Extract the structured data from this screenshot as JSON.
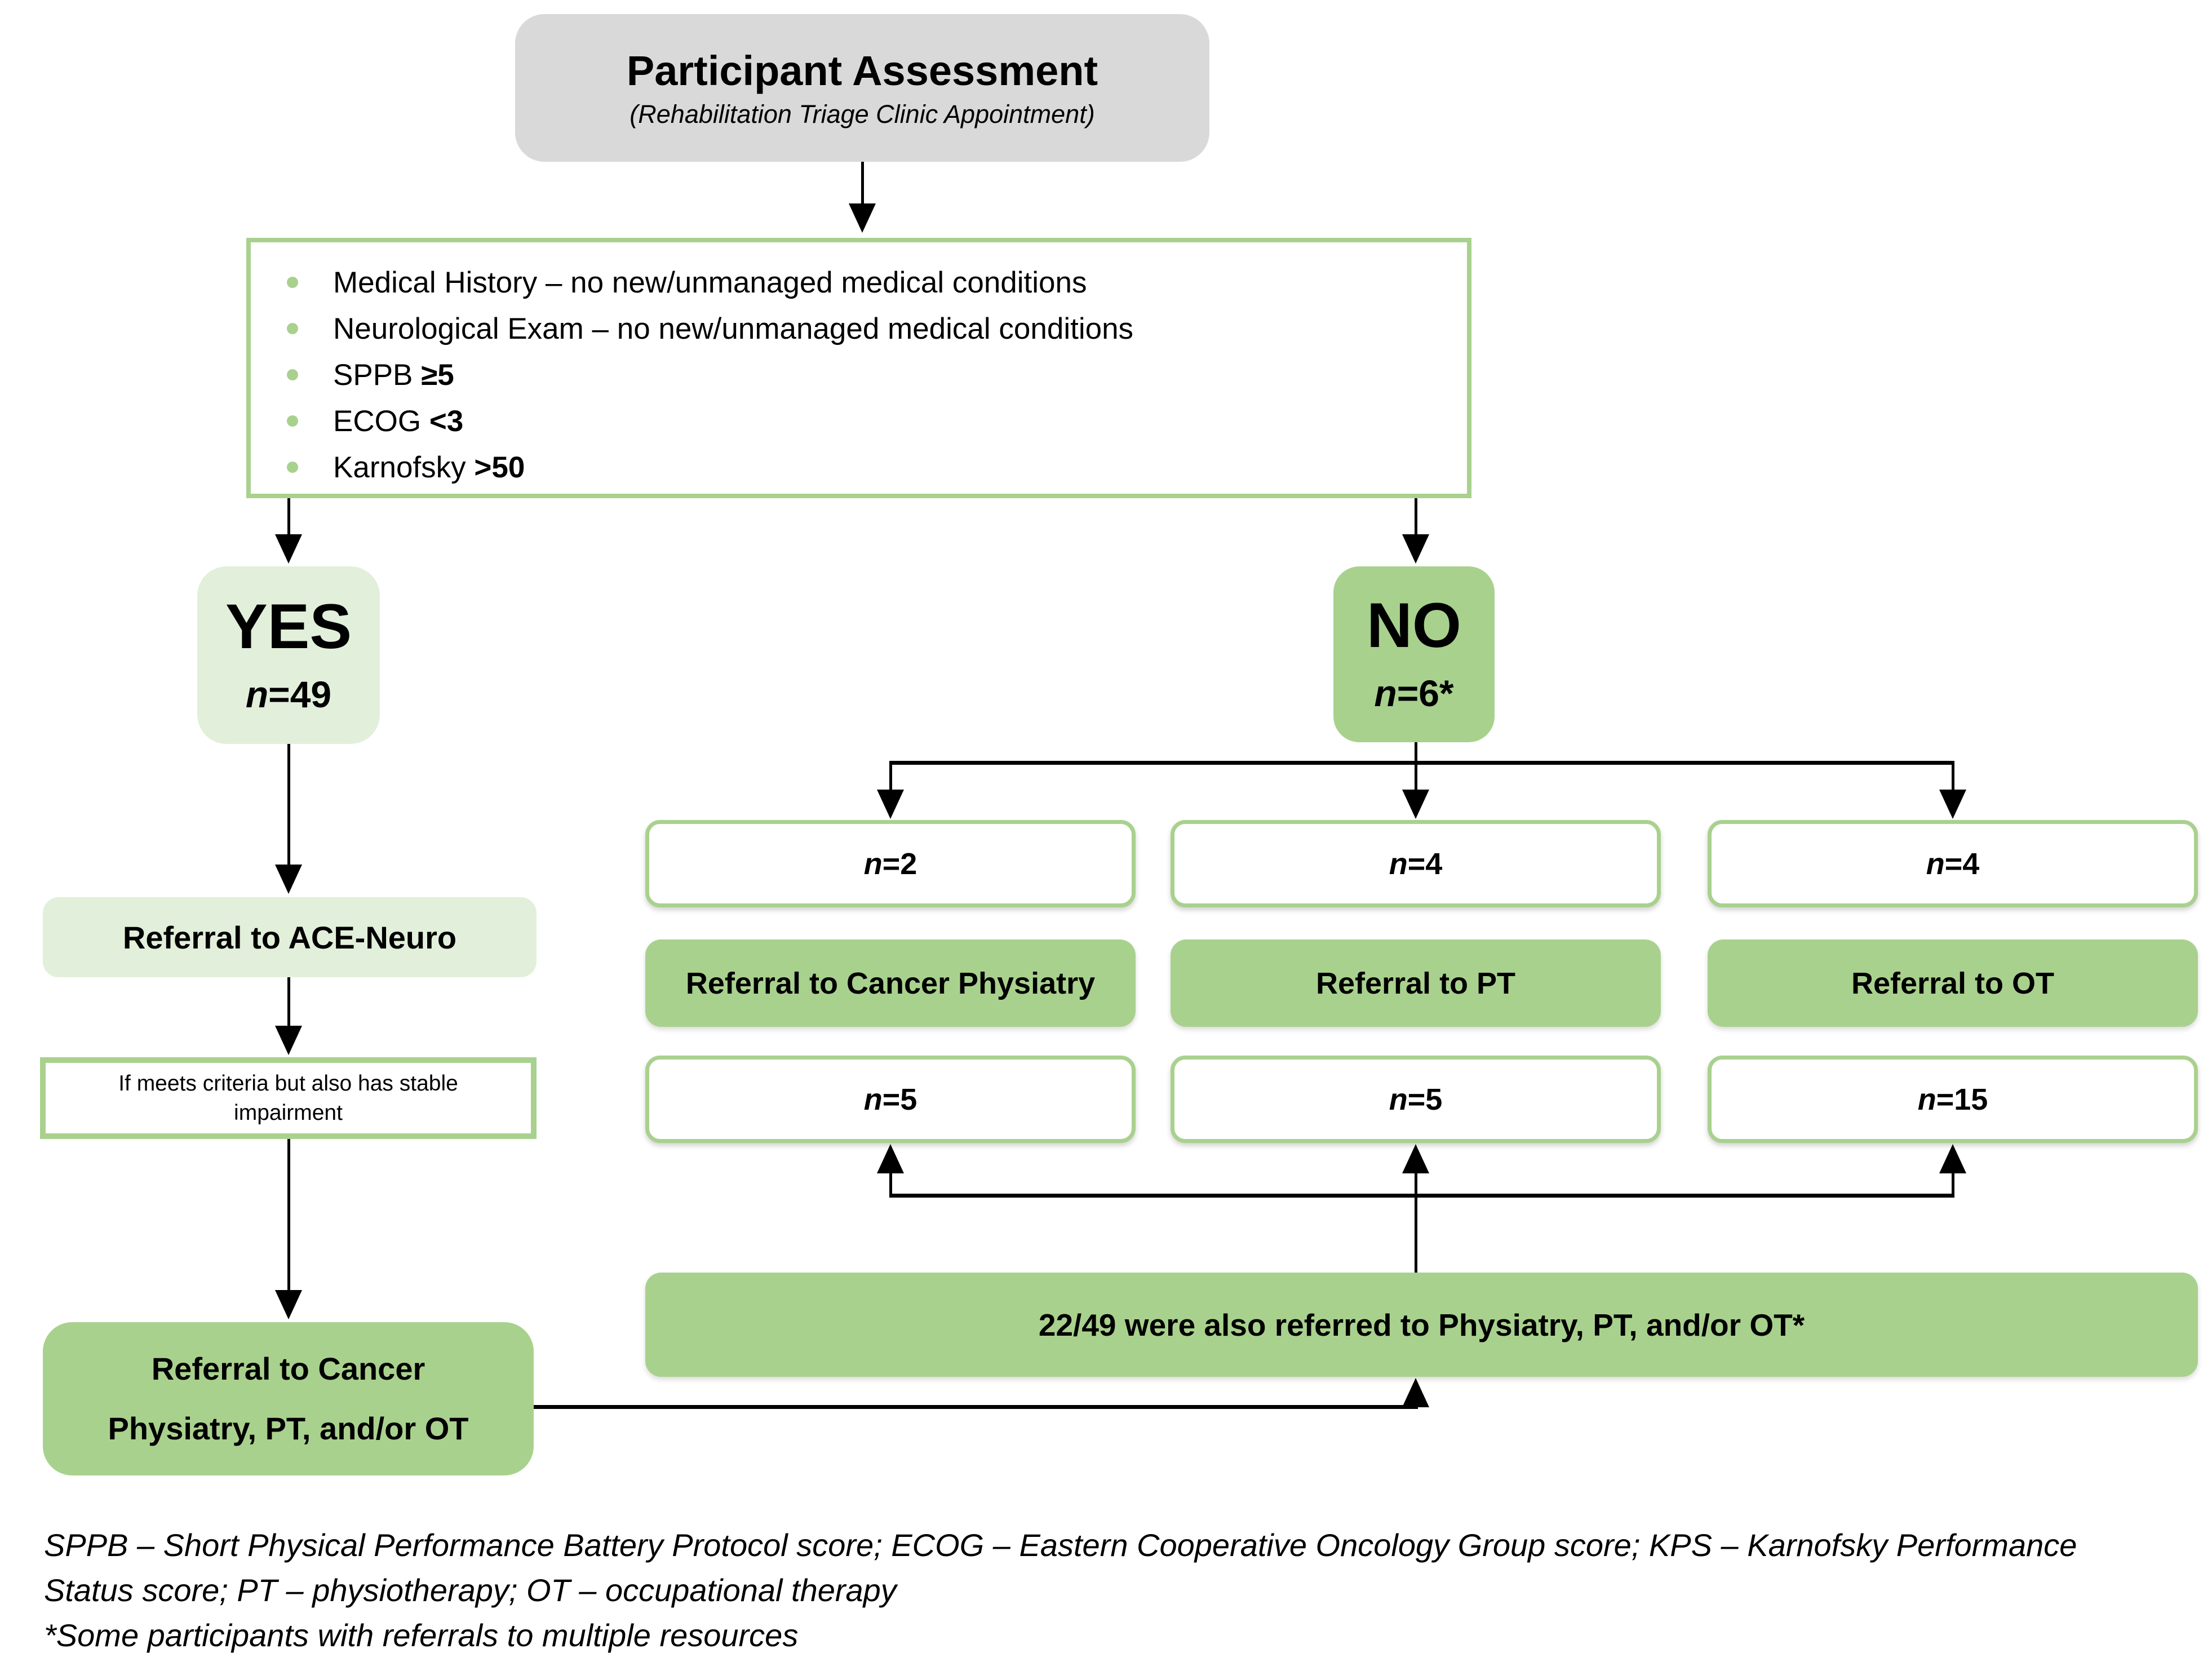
{
  "title": {
    "heading": "Participant Assessment",
    "subheading": "(Rehabilitation Triage Clinic Appointment)"
  },
  "criteria": {
    "items": [
      {
        "text": "Medical History – no new/unmanaged medical conditions",
        "bold": ""
      },
      {
        "text": "Neurological Exam – no new/unmanaged medical conditions",
        "bold": ""
      },
      {
        "text": "SPPB ",
        "bold": "≥5"
      },
      {
        "text": "ECOG ",
        "bold": "<3"
      },
      {
        "text": "Karnofsky ",
        "bold": ">50"
      }
    ]
  },
  "yes_branch": {
    "label": "YES",
    "n_prefix": "n",
    "n_value": "=49"
  },
  "no_branch": {
    "label": "NO",
    "n_prefix": "n",
    "n_value": "=6*"
  },
  "ace_box": {
    "label": "Referral to ACE-Neuro"
  },
  "criteria_note_box": {
    "line1": "If meets criteria but also has stable",
    "line2": "impairment"
  },
  "cancer_box": {
    "line1": "Referral to Cancer",
    "line2": "Physiatry, PT, and/or OT"
  },
  "no_columns": [
    {
      "n_prefix": "n",
      "n_top": "=2",
      "referral": "Referral to Cancer Physiatry",
      "n_bottom": "=5"
    },
    {
      "n_prefix": "n",
      "n_top": "=4",
      "referral": "Referral to PT",
      "n_bottom": "=5"
    },
    {
      "n_prefix": "n",
      "n_top": "=4",
      "referral": "Referral to OT",
      "n_bottom": "=15"
    }
  ],
  "summary_box": {
    "label": "22/49 were also referred to Physiatry, PT, and/or OT*"
  },
  "footnote": {
    "lines": [
      "SPPB – Short Physical Performance Battery Protocol score; ECOG – Eastern Cooperative Oncology Group score; KPS – Karnofsky Performance",
      "Status score; PT – physiotherapy; OT – occupational therapy",
      "*Some participants with referrals to multiple resources"
    ]
  },
  "colors": {
    "green_mid": "#a9d18e",
    "green_light": "#e2efda",
    "box_gray": "#d9d9d9",
    "ink": "#000000"
  }
}
